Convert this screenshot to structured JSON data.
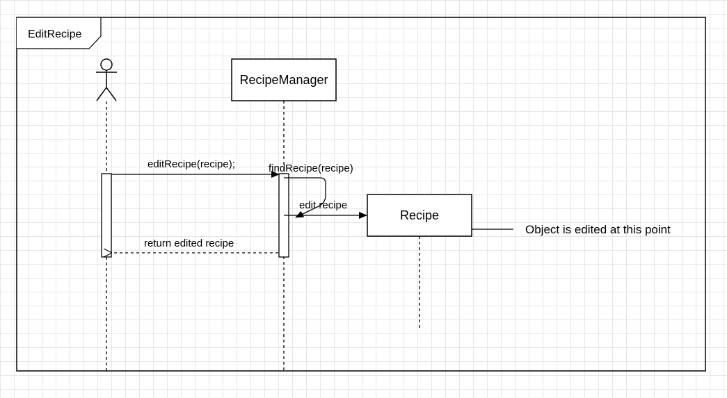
{
  "frame": {
    "title": "EditRecipe"
  },
  "lifelines": {
    "manager": "RecipeManager",
    "recipe": "Recipe"
  },
  "messages": {
    "edit_recipe": "editRecipe(recipe);",
    "find_recipe": "findRecipe(recipe)",
    "edit": "edit recipe",
    "return": "return edited recipe"
  },
  "note": "Object is edited at this point"
}
